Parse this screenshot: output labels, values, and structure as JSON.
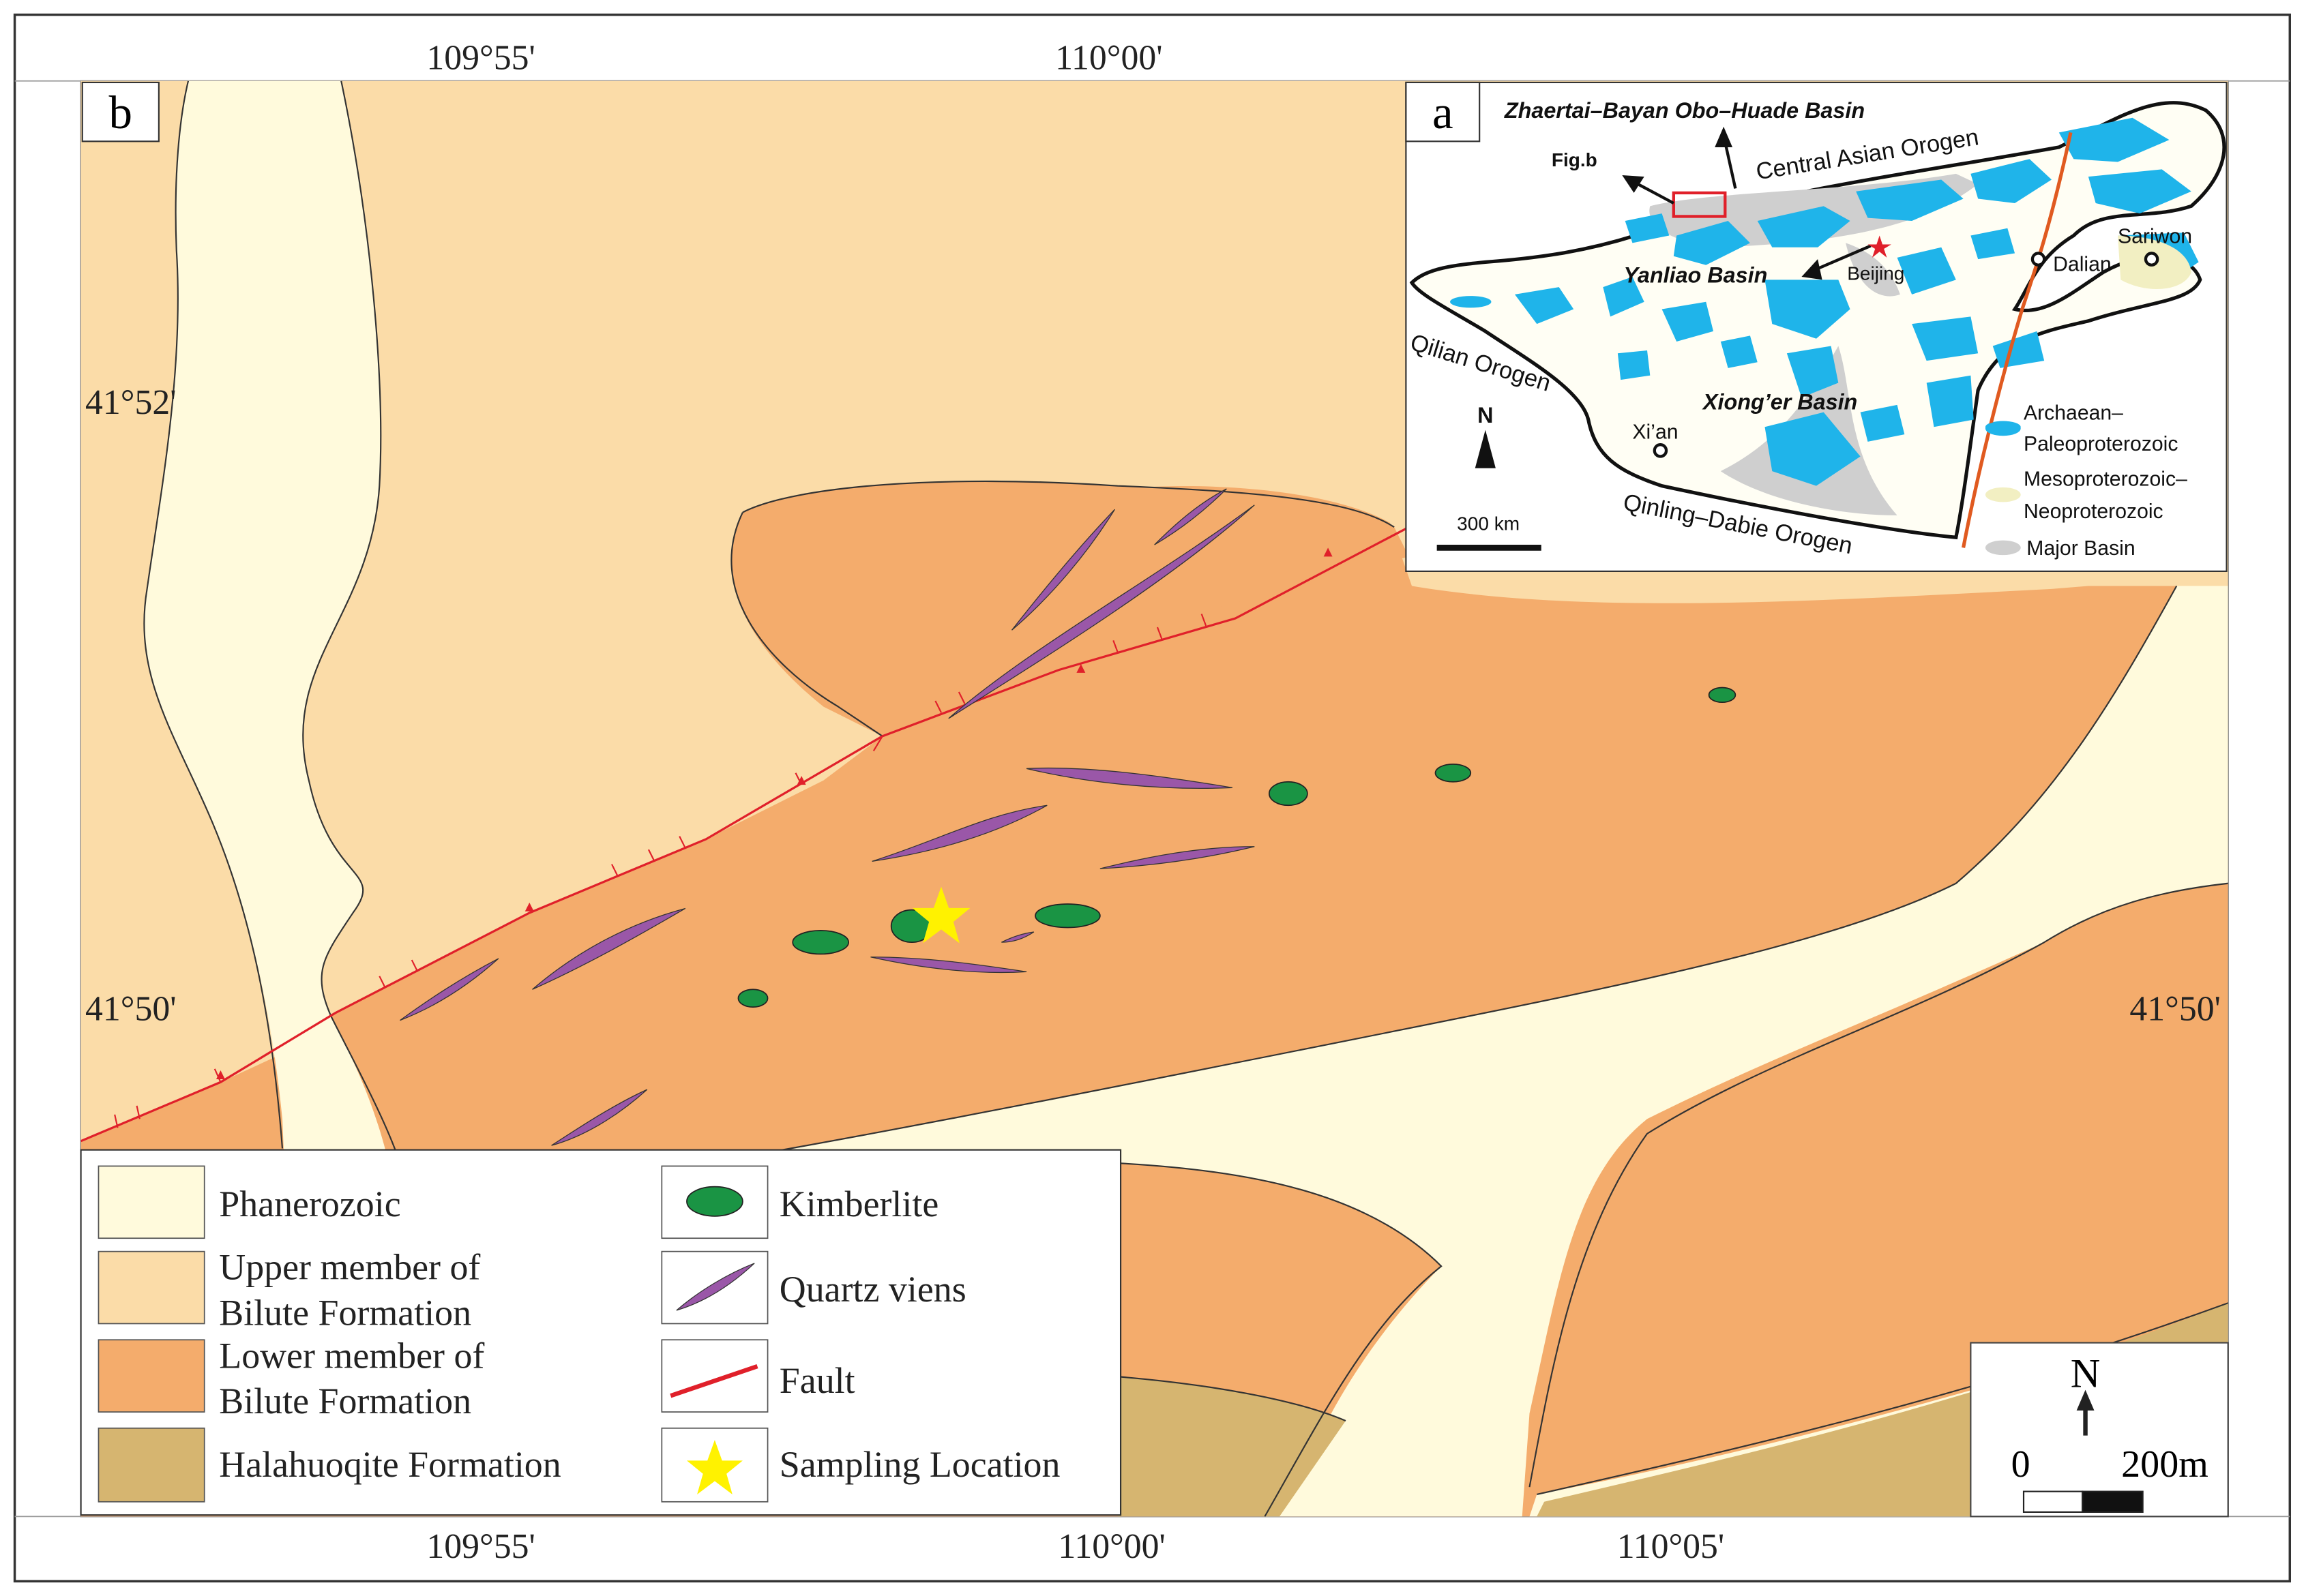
{
  "panel_b": {
    "label": "b",
    "top_coords": [
      "109°55'",
      "110°00'"
    ],
    "bottom_coords": [
      "109°55'",
      "110°00'",
      "110°05'"
    ],
    "left_coords": [
      "41°52'",
      "41°50'"
    ],
    "right_coords": [
      "41°50'"
    ]
  },
  "legend": {
    "items": [
      {
        "label_lines": [
          "Phanerozoic"
        ],
        "color": "#fffadc"
      },
      {
        "label_lines": [
          "Upper member  of",
          "Bilute Formation"
        ],
        "color": "#fbdca8"
      },
      {
        "label_lines": [
          "Lower member  of",
          "Bilute Formation"
        ],
        "color": "#f4ac6c"
      },
      {
        "label_lines": [
          "Halahuoqite Formation"
        ],
        "color": "#d6b570"
      },
      {
        "label_lines": [
          "Kimberlite"
        ],
        "symbol": "kimberlite",
        "color": "#1a9444"
      },
      {
        "label_lines": [
          "Quartz viens"
        ],
        "symbol": "quartz-vein",
        "color": "#9a57a8"
      },
      {
        "label_lines": [
          "Fault"
        ],
        "symbol": "fault",
        "color": "#e0202a"
      },
      {
        "label_lines": [
          "Sampling Location"
        ],
        "symbol": "star",
        "color": "#fff200"
      }
    ]
  },
  "scale_b": {
    "north": "N",
    "zero": "0",
    "distance": "200m"
  },
  "inset_a": {
    "label": "a",
    "basin_title": "Zhaertai–Bayan Obo–Huade Basin",
    "fig_b": "Fig.b",
    "central_asian": "Central Asian Orogen",
    "yanliao": "Yanliao Basin",
    "beijing": "Beijing",
    "dalian": "Dalian",
    "sariwon": "Sariwon",
    "qilian": "Qilian Orogen",
    "xionger": "Xiong’er Basin",
    "xian": "Xi’an",
    "qinling": "Qinling–Dabie Orogen",
    "north": "N",
    "scale": "300 km",
    "legend": [
      {
        "label_lines": [
          "Archaean–",
          "Paleoproterozoic"
        ],
        "color": "#1fb4ea"
      },
      {
        "label_lines": [
          "Mesoproterozoic–",
          "Neoproterozoic"
        ],
        "color": "#f2efc2"
      },
      {
        "label_lines": [
          "Major Basin"
        ],
        "color": "#cfcfcf"
      }
    ]
  }
}
